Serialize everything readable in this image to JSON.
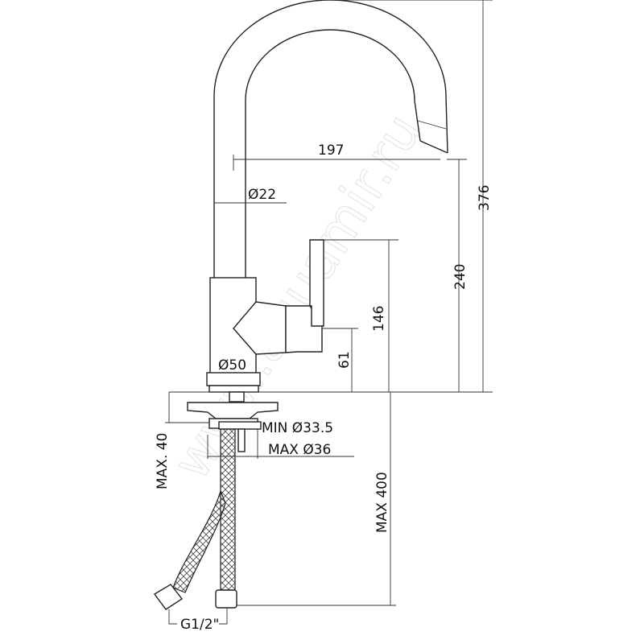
{
  "watermark": "www.aquamir.ru",
  "dimensions": {
    "spout_reach": "197",
    "spout_diameter": "Ø22",
    "total_height": "376",
    "spout_height": "240",
    "handle_height": "146",
    "outlet_height": "61",
    "body_diameter": "Ø50",
    "hole_min": "MIN Ø33.5",
    "hole_max": "MAX Ø36",
    "deck_thickness": "MAX. 40",
    "hose_length": "MAX 400",
    "hose_thread": "G1/2\""
  }
}
